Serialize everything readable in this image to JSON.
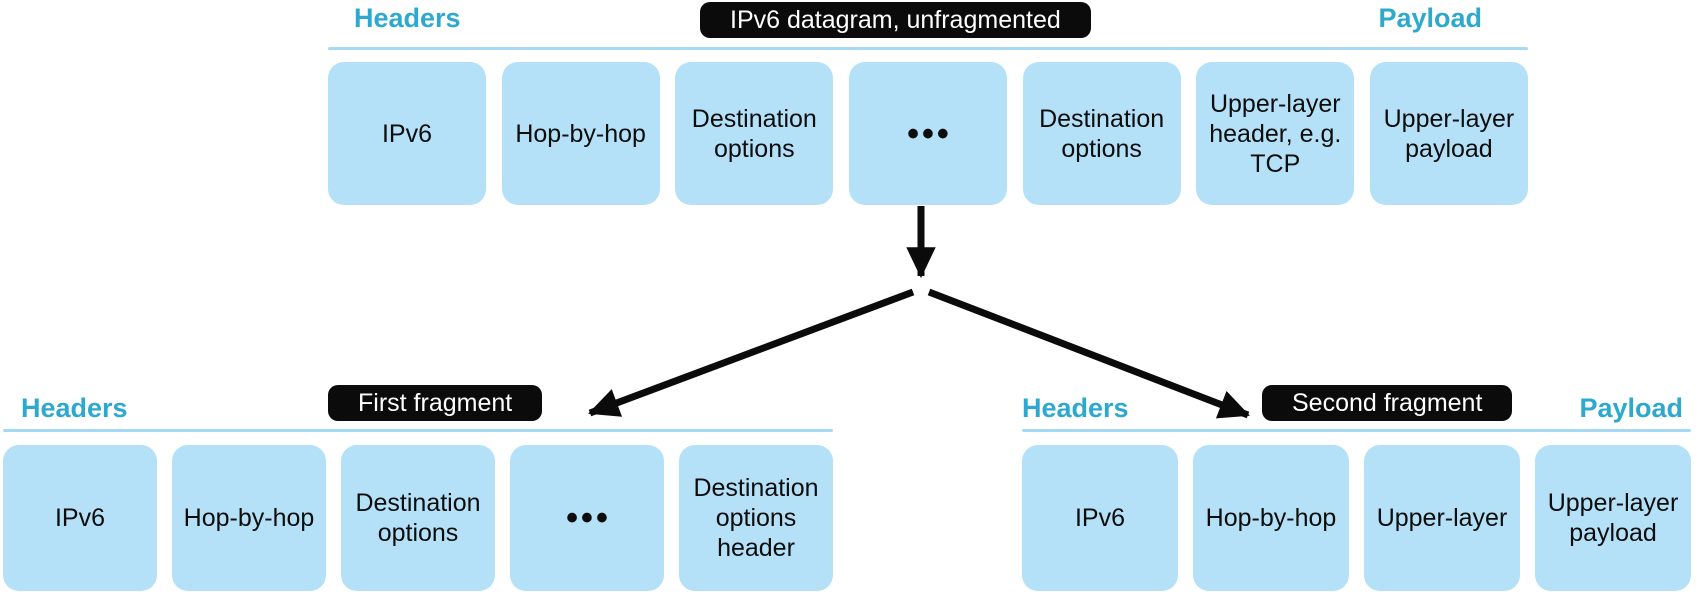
{
  "colors": {
    "box_fill": "#b4e1f8",
    "section_label": "#2da9cf",
    "rule": "#a6daf4",
    "pill_bg": "#0b0b0b",
    "pill_text": "#ffffff",
    "arrow": "#0b0b0b"
  },
  "top": {
    "headers_label": "Headers",
    "payload_label": "Payload",
    "pill": "IPv6 datagram, unfragmented",
    "boxes": [
      "IPv6",
      "Hop-by-hop",
      "Destination options",
      "•••",
      "Destination options",
      "Upper-layer header, e.g. TCP",
      "Upper-layer payload"
    ]
  },
  "bottom_left": {
    "headers_label": "Headers",
    "pill": "First fragment",
    "boxes": [
      "IPv6",
      "Hop-by-hop",
      "Destination options",
      "•••",
      "Destination options header"
    ]
  },
  "bottom_right": {
    "headers_label": "Headers",
    "payload_label": "Payload",
    "pill": "Second fragment",
    "boxes": [
      "IPv6",
      "Hop-by-hop",
      "Upper-layer",
      "Upper-layer payload"
    ]
  }
}
